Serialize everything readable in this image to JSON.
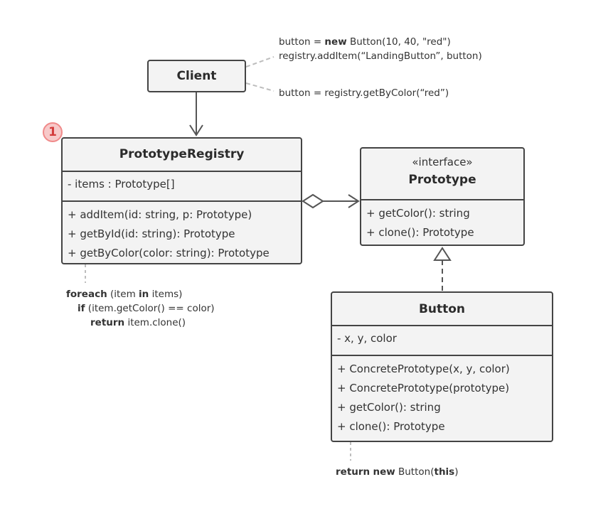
{
  "client": {
    "name": "Client"
  },
  "registry": {
    "badge": "1",
    "name": "PrototypeRegistry",
    "fields": [
      "- items : Prototype[]"
    ],
    "methods": [
      "+ addItem(id: string, p: Prototype)",
      "+ getById(id: string): Prototype",
      "+ getByColor(color: string): Prototype"
    ]
  },
  "prototype": {
    "stereotype": "«interface»",
    "name": "Prototype",
    "methods": [
      "+ getColor(): string",
      "+ clone(): Prototype"
    ]
  },
  "button": {
    "name": "Button",
    "fields": [
      "- x, y, color"
    ],
    "methods": [
      "+ ConcretePrototype(x, y, color)",
      "+ ConcretePrototype(prototype)",
      "+ getColor(): string",
      "+ clone(): Prototype"
    ]
  },
  "notes": {
    "client_create": {
      "l1_pre": "button = ",
      "l1_kw": "new",
      "l1_post": " Button(10, 40, \"red\")",
      "l2": "registry.addItem(“LandingButton”, button)"
    },
    "client_get": {
      "l1": "button = registry.getByColor(“red”)"
    },
    "registry_get": {
      "l1_kw1": "foreach",
      "l1_mid": " (item ",
      "l1_kw2": "in",
      "l1_post": " items)",
      "l2_kw": "if",
      "l2_post": " (item.getColor() == color)",
      "l3_kw": "return",
      "l3_post": " item.clone()"
    },
    "button_clone": {
      "kw1": "return",
      "sp": " ",
      "kw2": "new",
      "mid": " Button(",
      "kw3": "this",
      "end": ")"
    }
  },
  "colors": {
    "border": "#444444",
    "box_fill": "#f3f3f3",
    "note_fill": "#ececec",
    "note_border": "#b8b8b8",
    "badge_fill": "#f7c9c9",
    "badge_text": "#d33b3b"
  }
}
